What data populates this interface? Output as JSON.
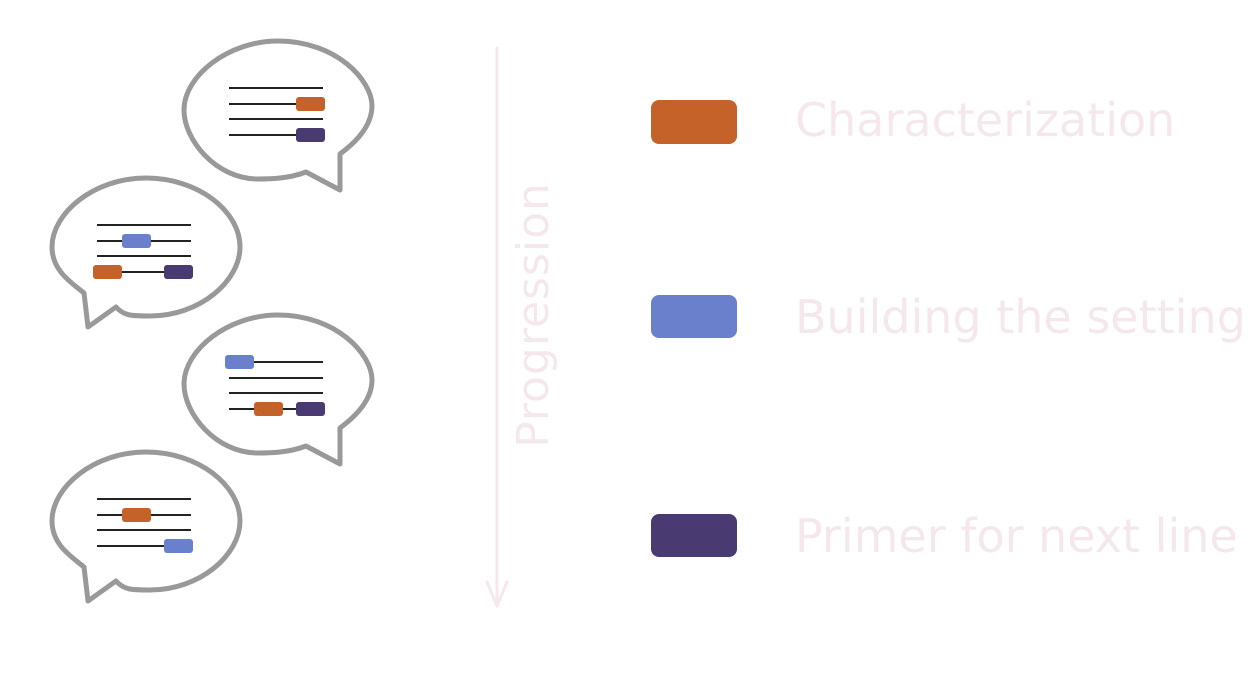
{
  "colors": {
    "characterization": "#c4622a",
    "setting": "#6b80cc",
    "primer": "#4a3a72",
    "bubble_outline": "#999999",
    "line": "#222222",
    "faint_text": "#f5e8ec",
    "arrow": "#f5e8ec"
  },
  "progression": {
    "label": "Progression"
  },
  "legend": {
    "items": [
      {
        "key": "characterization",
        "label": "Characterization"
      },
      {
        "key": "setting",
        "label": "Building the setting"
      },
      {
        "key": "primer",
        "label": "Primer for next line"
      }
    ]
  },
  "bubbles": [
    {
      "id": "bubble-1",
      "tail": "right",
      "tags": [
        {
          "line": 1,
          "pos": "end",
          "type": "characterization"
        },
        {
          "line": 3,
          "pos": "end",
          "type": "primer"
        }
      ]
    },
    {
      "id": "bubble-2",
      "tail": "left",
      "tags": [
        {
          "line": 1,
          "pos": "middle",
          "type": "setting"
        },
        {
          "line": 3,
          "pos": "start",
          "type": "characterization"
        },
        {
          "line": 3,
          "pos": "end",
          "type": "primer"
        }
      ]
    },
    {
      "id": "bubble-3",
      "tail": "right",
      "tags": [
        {
          "line": 0,
          "pos": "start",
          "type": "setting"
        },
        {
          "line": 3,
          "pos": "middle",
          "type": "characterization"
        },
        {
          "line": 3,
          "pos": "end",
          "type": "primer"
        }
      ]
    },
    {
      "id": "bubble-4",
      "tail": "left",
      "tags": [
        {
          "line": 1,
          "pos": "middle",
          "type": "characterization"
        },
        {
          "line": 3,
          "pos": "end",
          "type": "setting"
        }
      ]
    }
  ]
}
